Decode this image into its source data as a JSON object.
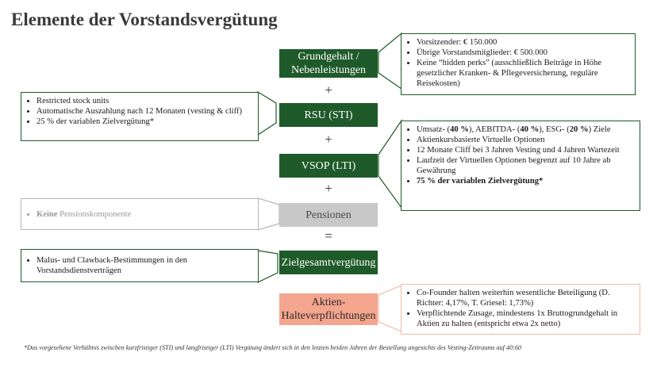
{
  "title": "Elemente der Vorstandsvergütung",
  "center": {
    "grundgehalt": "Grundgehalt / Nebenleistungen",
    "rsu": "RSU (STI)",
    "vsop": "VSOP (LTI)",
    "pensionen": "Pensionen",
    "ziel": "Zielgesamtvergütung",
    "aktien": "Aktien-Halteverpflichtungen"
  },
  "operators": {
    "plus1": "+",
    "plus2": "+",
    "plus3": "+",
    "equals": "="
  },
  "grundgehalt_callout": [
    "Vorsitzender: € 150.000",
    "Übrige Vorstandsmitglieder: € 500.000",
    "Keine “hidden perks” (ausschließlich Beiträge in Höhe gesetzlicher Kranken- & Pflegeversicherung, reguläre Reisekosten)"
  ],
  "rsu_callout": [
    "Restricted stock units",
    "Automatische Auszahlung nach 12 Monaten (vesting & cliff)",
    "25 % der variablen Zielvergütung*"
  ],
  "vsop_callout": {
    "item1_a": "Umsatz- (",
    "item1_b": "40 %",
    "item1_c": "), AEBITDA- (",
    "item1_d": "40 %",
    "item1_e": "), ESG- (",
    "item1_f": "20 %",
    "item1_g": ") Ziele",
    "item2": "Aktienkursbasierte Virtuelle Optionen",
    "item3": "12 Monate Cliff bei 3 Jahren Vesting und 4 Jahren Wartezeit",
    "item4": "Laufzeit der Virtuellen Optionen begrenzt auf 10 Jahre ab Gewährung",
    "item5": "75 % der variablen Zielvergütung*"
  },
  "pension_callout": {
    "bold": "Keine",
    "rest": " Pensionskomponente"
  },
  "malus_callout": "Malus- und Clawback-Bestimmungen in den Vorstandsdienstverträgen",
  "aktien_callout": [
    "Co-Founder halten weiterhin wesentliche Beteiligung (D. Richter: 4,17%, T. Griesel: 1,73%)",
    "Verpflichtende Zusage, mindestens 1x Bruttogrundgehalt in Aktien zu halten (entspricht etwa 2x netto)"
  ],
  "footnote": "*Das vorgesehene Verhältnis zwischen kurzfristiger (STI) und langfristiger (LTI) Vergütung ändert sich in den letzten beiden Jahren der Bestellung angesichts des Vesting-Zeitraums auf 40:60",
  "colors": {
    "green": "#1f5a2a",
    "gray": "#c8c8c8",
    "salmon": "#f4a58e"
  }
}
